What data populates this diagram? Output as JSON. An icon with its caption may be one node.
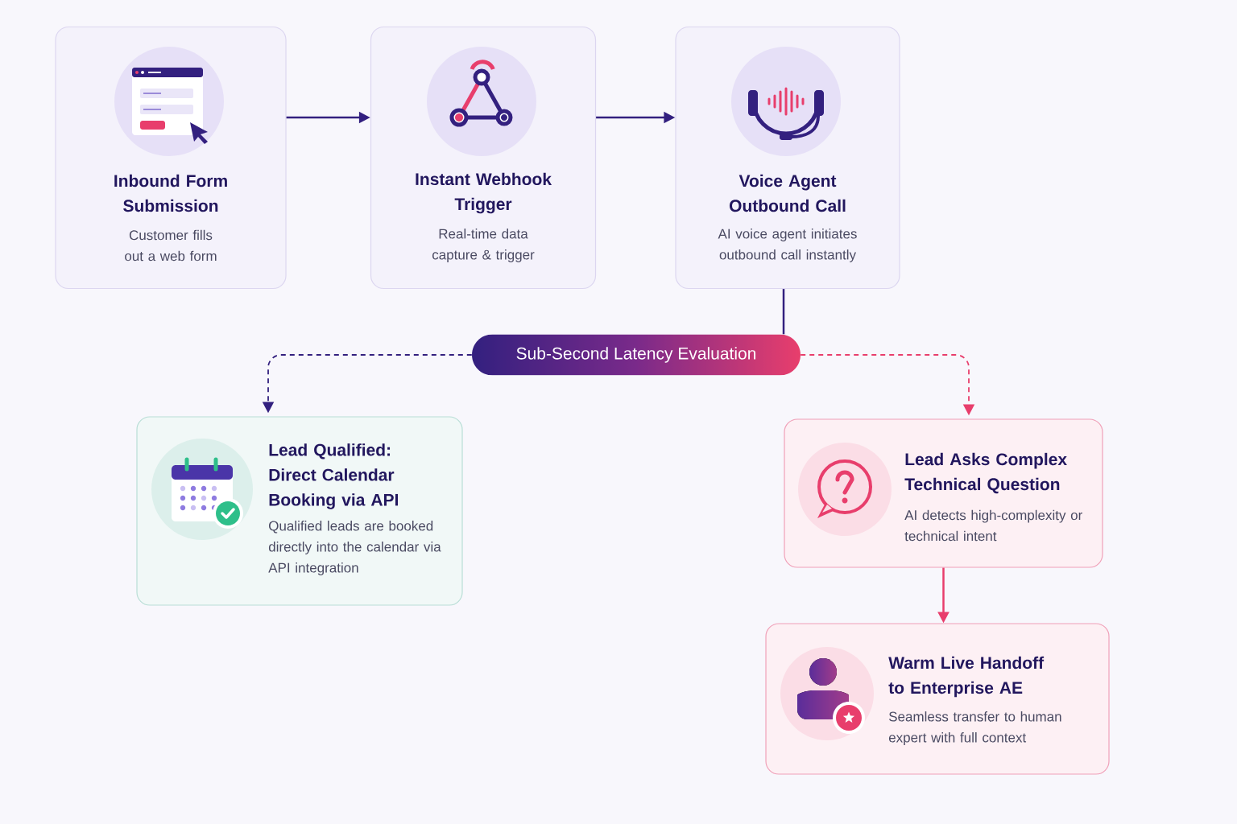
{
  "diagram": {
    "nodes": [
      {
        "text": [
          "Inbound Form Submission",
          "Customer fills out a web form"
        ]
      },
      {
        "text": [
          "Instant Webhook Trigger",
          "Real-time data capture & trigger"
        ]
      },
      {
        "text": [
          "Voice Agent Outbound Call",
          "AI voice agent initiates outbound call instantly"
        ]
      },
      {
        "text": [
          "Sub-Second Latency Evaluation"
        ]
      },
      {
        "text": [
          "Lead Qualified: Direct Calendar Booking via API",
          "Qualified leads are booked directly into the calendar via API integration"
        ]
      },
      {
        "text": [
          "Lead Asks Complex Technical Question",
          "AI detects high-complexity or technical intent"
        ]
      },
      {
        "text": [
          "Warm Live Handoff to Enterprise AE",
          "Seamless transfer to human expert with full context"
        ]
      }
    ],
    "edges": [
      {
        "from": 0,
        "to": 1,
        "arrow": "to"
      },
      {
        "from": 1,
        "to": 2,
        "arrow": "to"
      },
      {
        "from": 2,
        "to": 3,
        "arrow": "none"
      },
      {
        "from": 3,
        "to": 4,
        "arrow": "to",
        "style": "dashed"
      },
      {
        "from": 3,
        "to": 5,
        "arrow": "to",
        "style": "dashed",
        "color": "#e83e6c"
      },
      {
        "from": 5,
        "to": 6,
        "arrow": "to",
        "color": "#e83e6c"
      }
    ]
  }
}
